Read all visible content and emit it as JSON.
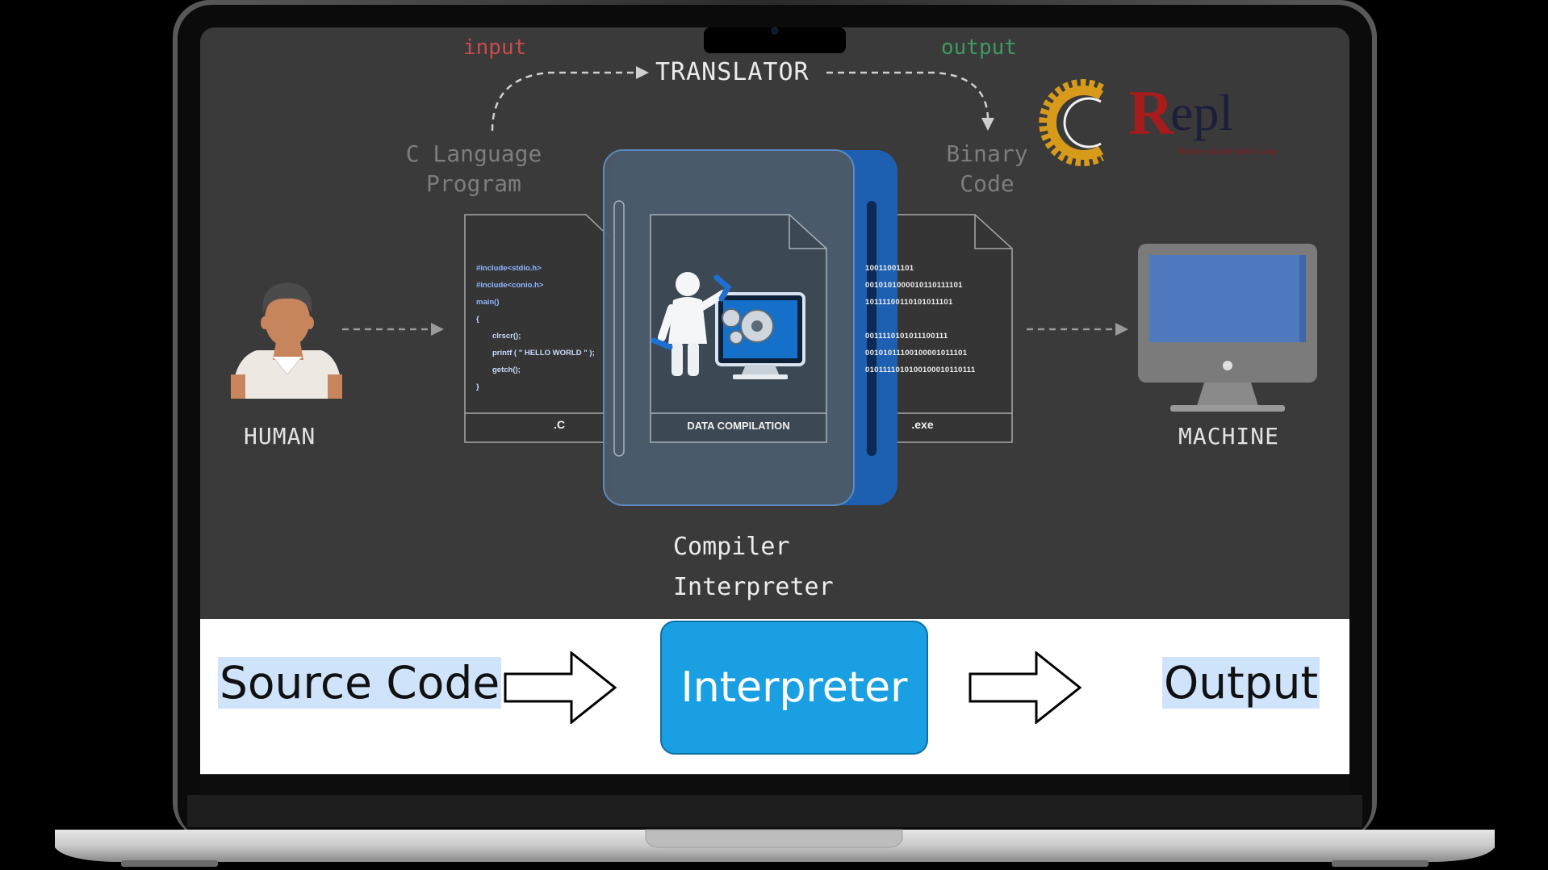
{
  "diagram": {
    "translator_label": "TRANSLATOR",
    "input_label": "input",
    "output_label": "output",
    "source_label_line1": "C Language",
    "source_label_line2": "Program",
    "binary_label_line1": "Binary",
    "binary_label_line2": "Code",
    "human_label": "HUMAN",
    "machine_label": "MACHINE",
    "compiler_label": "Compiler",
    "interpreter_label": "Interpreter",
    "source_file_ext": ".C",
    "exe_file_ext": ".exe",
    "data_compilation_label": "DATA COMPILATION",
    "source_code_lines": [
      "#include<stdio.h>",
      "#include<conio.h>",
      "main()",
      "{",
      "clrscr();",
      "printf ( \" HELLO WORLD \" );",
      "getch();",
      "}"
    ],
    "binary_lines": [
      "10011001101",
      "0010101000010110111101",
      "10111100110101011101",
      "",
      "0011110101011100111",
      "00101011100100001011101",
      "0101111010100100010110111"
    ]
  },
  "logo": {
    "main_text": "epl",
    "initial": "R",
    "tagline": "Read evaluate print Loop"
  },
  "flow": {
    "source_code": "Source Code",
    "interpreter": "Interpreter",
    "output": "Output"
  },
  "colors": {
    "screen_bg": "#3a3a3a",
    "input_red": "#c94b4b",
    "output_green": "#3f9a62",
    "interpreter_blue": "#1aa0e2",
    "highlight": "#cfe4fb",
    "logo_gear": "#d79a1a",
    "logo_r": "#a61b1b"
  }
}
